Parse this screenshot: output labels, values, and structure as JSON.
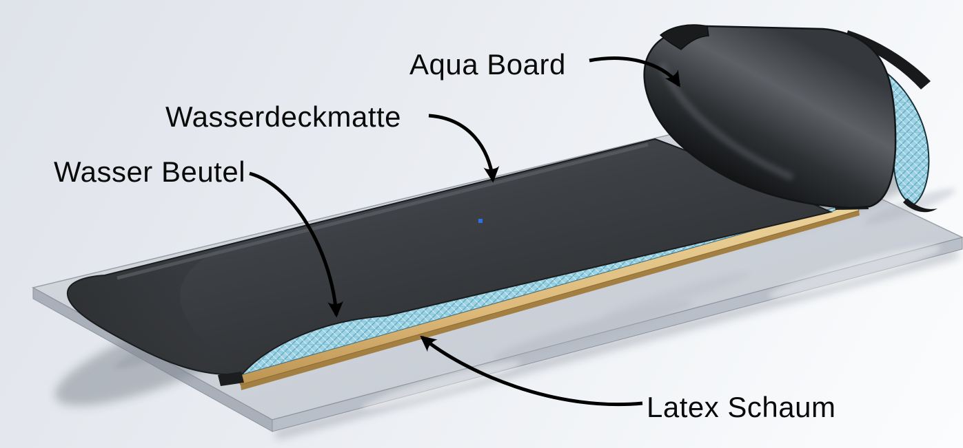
{
  "diagram": {
    "labels": [
      {
        "id": "aqua_board",
        "text": "Aqua Board"
      },
      {
        "id": "wasserdeckmatte",
        "text": "Wasserdeckmatte"
      },
      {
        "id": "wasser_beutel",
        "text": "Wasser Beutel"
      },
      {
        "id": "latex_schaum",
        "text": "Latex Schaum"
      }
    ],
    "colors": {
      "mat_dark": "#35383c",
      "water_blue": "#9fd2e2",
      "foam_tan": "#ddb97a",
      "plate_gray": "#ccd1d9",
      "arrow": "#000000",
      "text": "#000000",
      "vertex_marker": "#2f6fe0"
    }
  }
}
